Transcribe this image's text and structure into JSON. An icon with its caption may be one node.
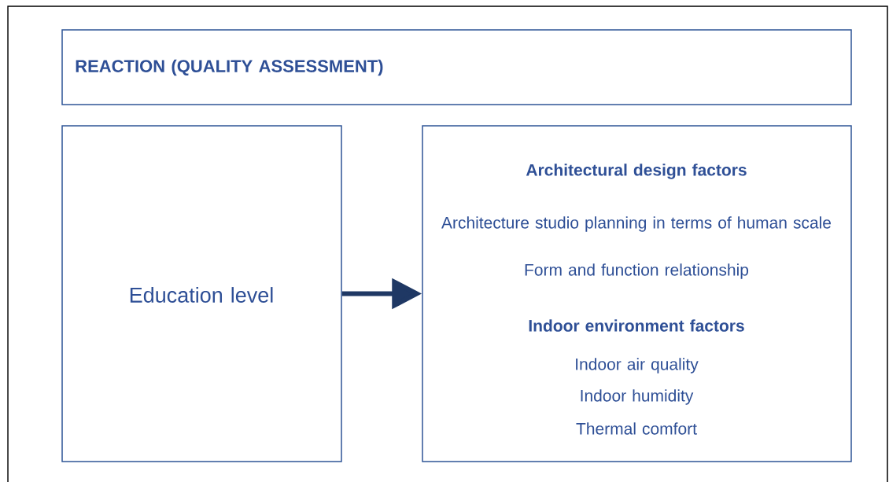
{
  "diagram": {
    "nodes": [
      {
        "text": [
          "REACTION (QUALITY ASSESSMENT)"
        ]
      },
      {
        "text": [
          "Education level"
        ]
      },
      {
        "text": [
          "Architectural design factors",
          "Architecture studio planning in terms of human scale",
          "Form and function relationship",
          "Indoor environment factors",
          "Indoor air quality",
          "Indoor humidity",
          "Thermal comfort"
        ]
      }
    ],
    "edges": [
      {
        "from": 1,
        "to": 2,
        "arrow": "to"
      }
    ]
  }
}
